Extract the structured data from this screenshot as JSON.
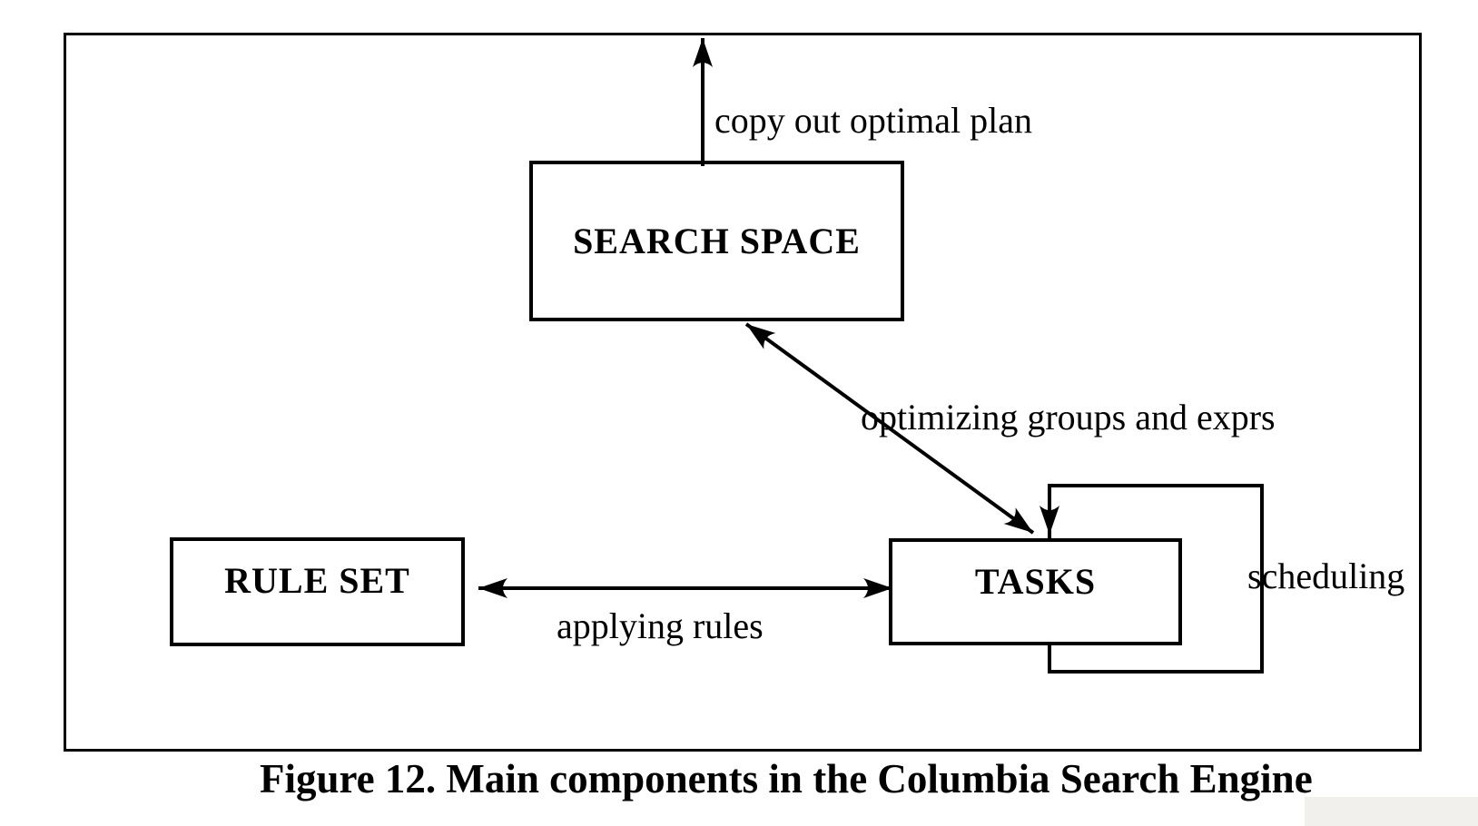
{
  "figure": {
    "caption": "Figure 12. Main components in the Columbia Search Engine",
    "nodes": [
      {
        "id": "search-space",
        "label": "SEARCH SPACE"
      },
      {
        "id": "rule-set",
        "label": "RULE SET"
      },
      {
        "id": "tasks",
        "label": "TASKS"
      }
    ],
    "edges": [
      {
        "id": "copy-out",
        "label": "copy out optimal plan",
        "from": "search-space",
        "to": "outside-top",
        "bidirectional": false
      },
      {
        "id": "optimizing",
        "label": "optimizing groups and exprs",
        "from": "search-space",
        "to": "tasks",
        "bidirectional": true
      },
      {
        "id": "applying",
        "label": "applying rules",
        "from": "rule-set",
        "to": "tasks",
        "bidirectional": true
      },
      {
        "id": "scheduling",
        "label": "scheduling",
        "from": "tasks",
        "to": "tasks",
        "bidirectional": false
      }
    ],
    "colors": {
      "line": "#000000",
      "background": "#ffffff",
      "watermark": "#f2f0ed"
    }
  }
}
